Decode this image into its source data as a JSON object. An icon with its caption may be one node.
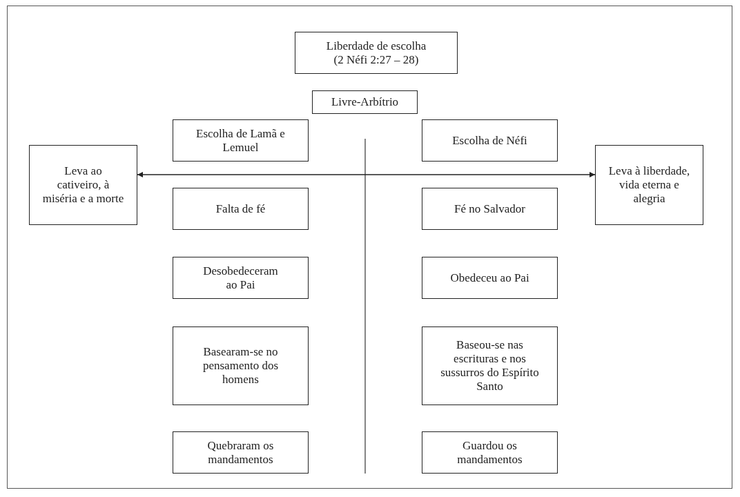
{
  "diagram": {
    "nodes": [
      {
        "text": [
          "Liberdade de escolha (2 Néfi 2:27 – 28)"
        ]
      },
      {
        "text": [
          "Livre-Arbítrio"
        ]
      },
      {
        "text": [
          "Escolha de Lamã e Lemuel"
        ]
      },
      {
        "text": [
          "Escolha de Néfi"
        ]
      },
      {
        "text": [
          "Leva ao cativeiro, à miséria e a morte"
        ]
      },
      {
        "text": [
          "Leva à liberdade, vida eterna e alegria"
        ]
      },
      {
        "text": [
          "Falta de fé"
        ]
      },
      {
        "text": [
          "Fé no Salvador"
        ]
      },
      {
        "text": [
          "Desobedeceram ao Pai"
        ]
      },
      {
        "text": [
          "Obedeceu ao Pai"
        ]
      },
      {
        "text": [
          "Basearam-se no pensamento dos homens"
        ]
      },
      {
        "text": [
          "Baseou-se nas escrituras e nos sussurros do Espírito Santo"
        ]
      },
      {
        "text": [
          "Quebraram os mandamentos"
        ]
      },
      {
        "text": [
          "Guardou os mandamentos"
        ]
      }
    ],
    "edges": [
      {
        "from": 4,
        "to": 5,
        "arrow": "both"
      }
    ]
  }
}
